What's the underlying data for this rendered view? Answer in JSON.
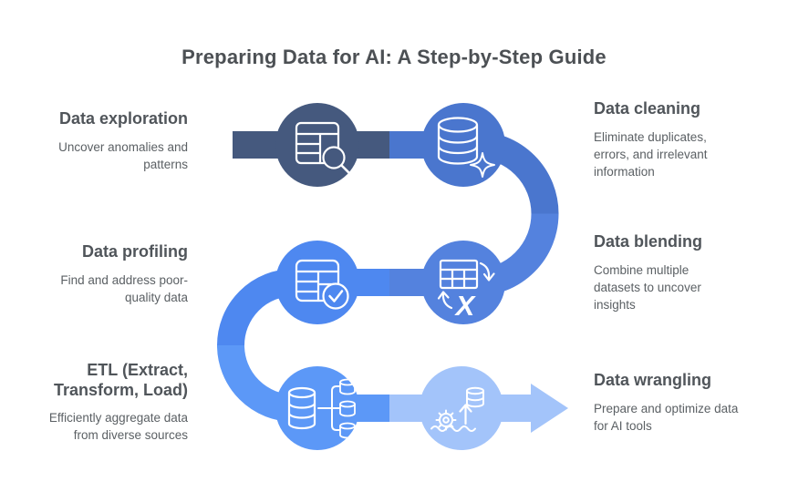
{
  "title": "Preparing Data for AI: A Step-by-Step Guide",
  "colors": {
    "step1": "#45597E",
    "step2": "#4A76CE",
    "step3": "#4E88F0",
    "step4": "#5482DE",
    "step5": "#5C98F7",
    "step6": "#A3C4FA",
    "icon_stroke": "#FFFFFF",
    "title_text": "#4C5054",
    "heading_text": "#50555A",
    "body_text": "#5B6064"
  },
  "steps": [
    {
      "title": "Data exploration",
      "description": "Uncover anomalies and\npatterns",
      "side": "left",
      "icon": "table-search-icon"
    },
    {
      "title": "Data cleaning",
      "description": "Eliminate duplicates,\nerrors, and irrelevant\ninformation",
      "side": "right",
      "icon": "database-sparkle-icon"
    },
    {
      "title": "Data profiling",
      "description": "Find and address poor-\nquality data",
      "side": "left",
      "icon": "table-check-icon"
    },
    {
      "title": "Data blending",
      "description": "Combine multiple\ndatasets to uncover\ninsights",
      "side": "right",
      "icon": "table-merge-icon",
      "icon_glyph": "X"
    },
    {
      "title": "ETL (Extract,\nTransform, Load)",
      "description": "Efficiently aggregate data\nfrom diverse sources",
      "side": "left",
      "icon": "database-split-icon"
    },
    {
      "title": "Data wrangling",
      "description": "Prepare and optimize data\nfor AI tools",
      "side": "right",
      "icon": "gear-data-icon"
    }
  ]
}
